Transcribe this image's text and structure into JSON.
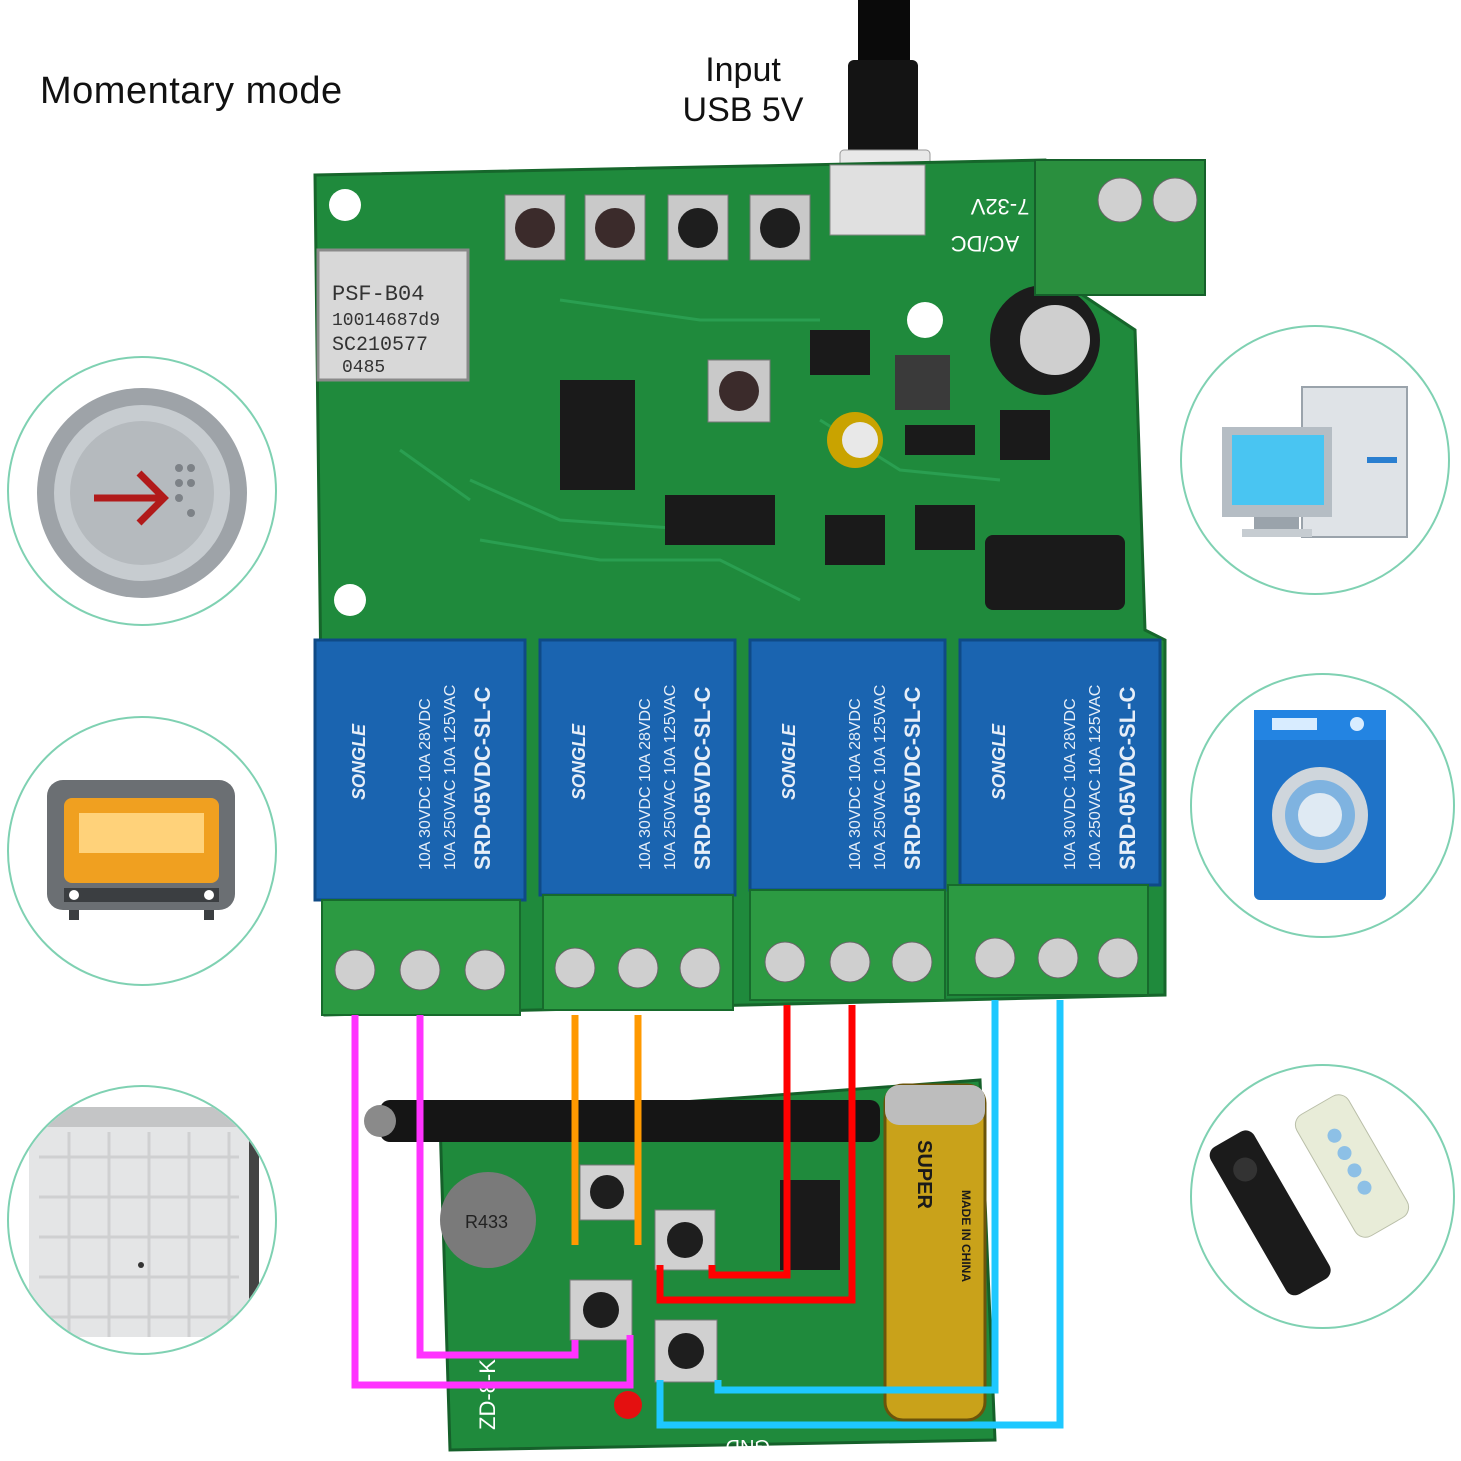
{
  "title": "Momentary mode",
  "input_label": {
    "line1": "Input",
    "line2": "USB 5V"
  },
  "wifi_module": {
    "line1": "PSF-B04",
    "line2": "10014687d9",
    "line3": "SC210577",
    "line4": "0485"
  },
  "power_terminal_label": {
    "line1": "7-32V",
    "line2": "AC/DC"
  },
  "relay_text": {
    "brand": "SONGLE",
    "model": "SRD-05VDC-SL-C",
    "rating1": "10A 250VAC 10A 125VAC",
    "rating2": "10A 30VDC 10A 28VDC"
  },
  "remote_board": {
    "crystal": "R433",
    "battery_brand": "SUPER",
    "battery_origin": "MADE IN CHINA",
    "board_code": "ZD-8-K",
    "gnd_label": "GND"
  },
  "appliances_left": [
    "elevator-button",
    "toaster-oven",
    "wall-panel"
  ],
  "appliances_right": [
    "desktop-computer",
    "washing-machine",
    "remote-controls"
  ],
  "wire_colors": {
    "relay1": "#ff33ff",
    "relay2": "#ff9900",
    "relay3": "#ff0000",
    "relay4": "#1ec8ff"
  }
}
